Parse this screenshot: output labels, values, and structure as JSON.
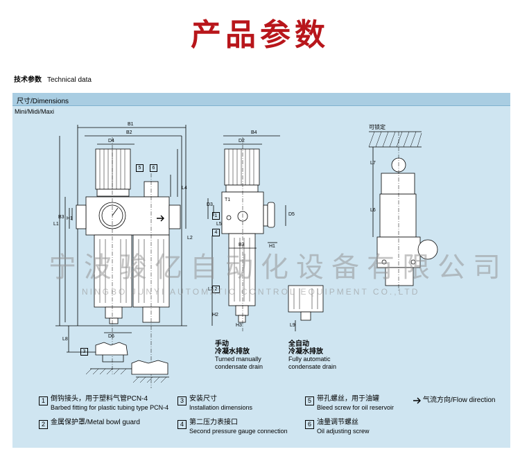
{
  "header": {
    "title": "产品参数"
  },
  "tech": {
    "cn": "技术参数",
    "en": "Technical data"
  },
  "dimensions": {
    "bar_label": "尺寸/Dimensions",
    "variant": "Mini/Midi/Maxi",
    "lockable": "可锁定"
  },
  "dim_labels": {
    "b1": "B1",
    "b2": "B2",
    "d4": "D4",
    "b4": "B4",
    "d2": "D2",
    "b3": "B3",
    "h1": "H1",
    "l1": "L1",
    "l2": "L2",
    "l3": "L3",
    "l4": "L4",
    "l5": "L5",
    "l6": "L6",
    "l7": "L7",
    "l8": "L8",
    "l9": "L9",
    "d3": "D3",
    "d5": "D5",
    "d6": "D6",
    "t1": "T1",
    "h2": "H2",
    "h3": "H3"
  },
  "drain": {
    "manual_cn1": "手动",
    "manual_cn2": "冷凝水排放",
    "manual_en1": "Turned manually",
    "manual_en2": "condensate drain",
    "auto_cn1": "全自动",
    "auto_cn2": "冷凝水排放",
    "auto_en1": "Fully automatic",
    "auto_en2": "condensate drain"
  },
  "legend": [
    {
      "num": "1",
      "cn": "倒钩接头，用于塑料气管PCN-4",
      "en": "Barbed fitting for plastic tubing type PCN-4"
    },
    {
      "num": "2",
      "cn": "金属保护罩/Metal bowl guard",
      "en": ""
    },
    {
      "num": "3",
      "cn": "安装尺寸",
      "en": "Installation dimensions"
    },
    {
      "num": "4",
      "cn": "第二压力表接口",
      "en": "Second pressure gauge connection"
    },
    {
      "num": "5",
      "cn": "带孔螺丝，用于油罐",
      "en": "Bleed screw for oil reservoir"
    },
    {
      "num": "6",
      "cn": "油量调节螺丝",
      "en": "Oil adjusting screw"
    }
  ],
  "flow": {
    "label": "气流方向/Flow direction",
    "icon": "arrow-right-icon"
  },
  "watermark": {
    "cn": "宁波骏亿自动化设备有限公司",
    "en": "NINGBO JUNYI AUTOMATIC CONTROL EQUIPMENT CO.,LTD"
  },
  "colors": {
    "title": "#b8161b",
    "panel": "#cfe5f1",
    "bar": "#a9cde2"
  }
}
